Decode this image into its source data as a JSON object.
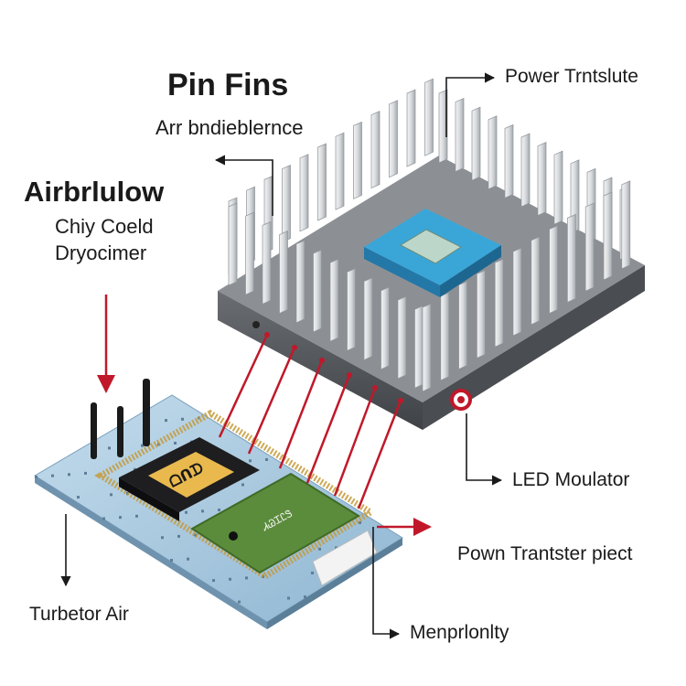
{
  "labels": {
    "pin_fins": "Pin Fins",
    "pin_fins_sub": "Arr bndieblernce",
    "airflow": "Airbrlulow",
    "airflow_sub1": "Chiy Coeld",
    "airflow_sub2": "Dryocimer",
    "power_top": "Power Trntslute",
    "led": "LED Moulator",
    "power_piect": "Pown Trantster piect",
    "turbetor": "Turbetor Air",
    "menprlonlty": "Menprlonlty"
  },
  "chip_labels": {
    "black_chip": "ᗝᑎᗪ",
    "green_chip": "ᏗᏊᏆᏝᏕ"
  },
  "colors": {
    "red": "#c0182a",
    "fin_light": "#e4e6e8",
    "fin_dark": "#9ea3a8",
    "base": "#55585c",
    "chip_blue": "#3aa6d8",
    "pcb": "#a8c8e0",
    "green_chip": "#5b8c3c"
  },
  "icons": [
    "arrow-icon",
    "red-circle-icon"
  ]
}
